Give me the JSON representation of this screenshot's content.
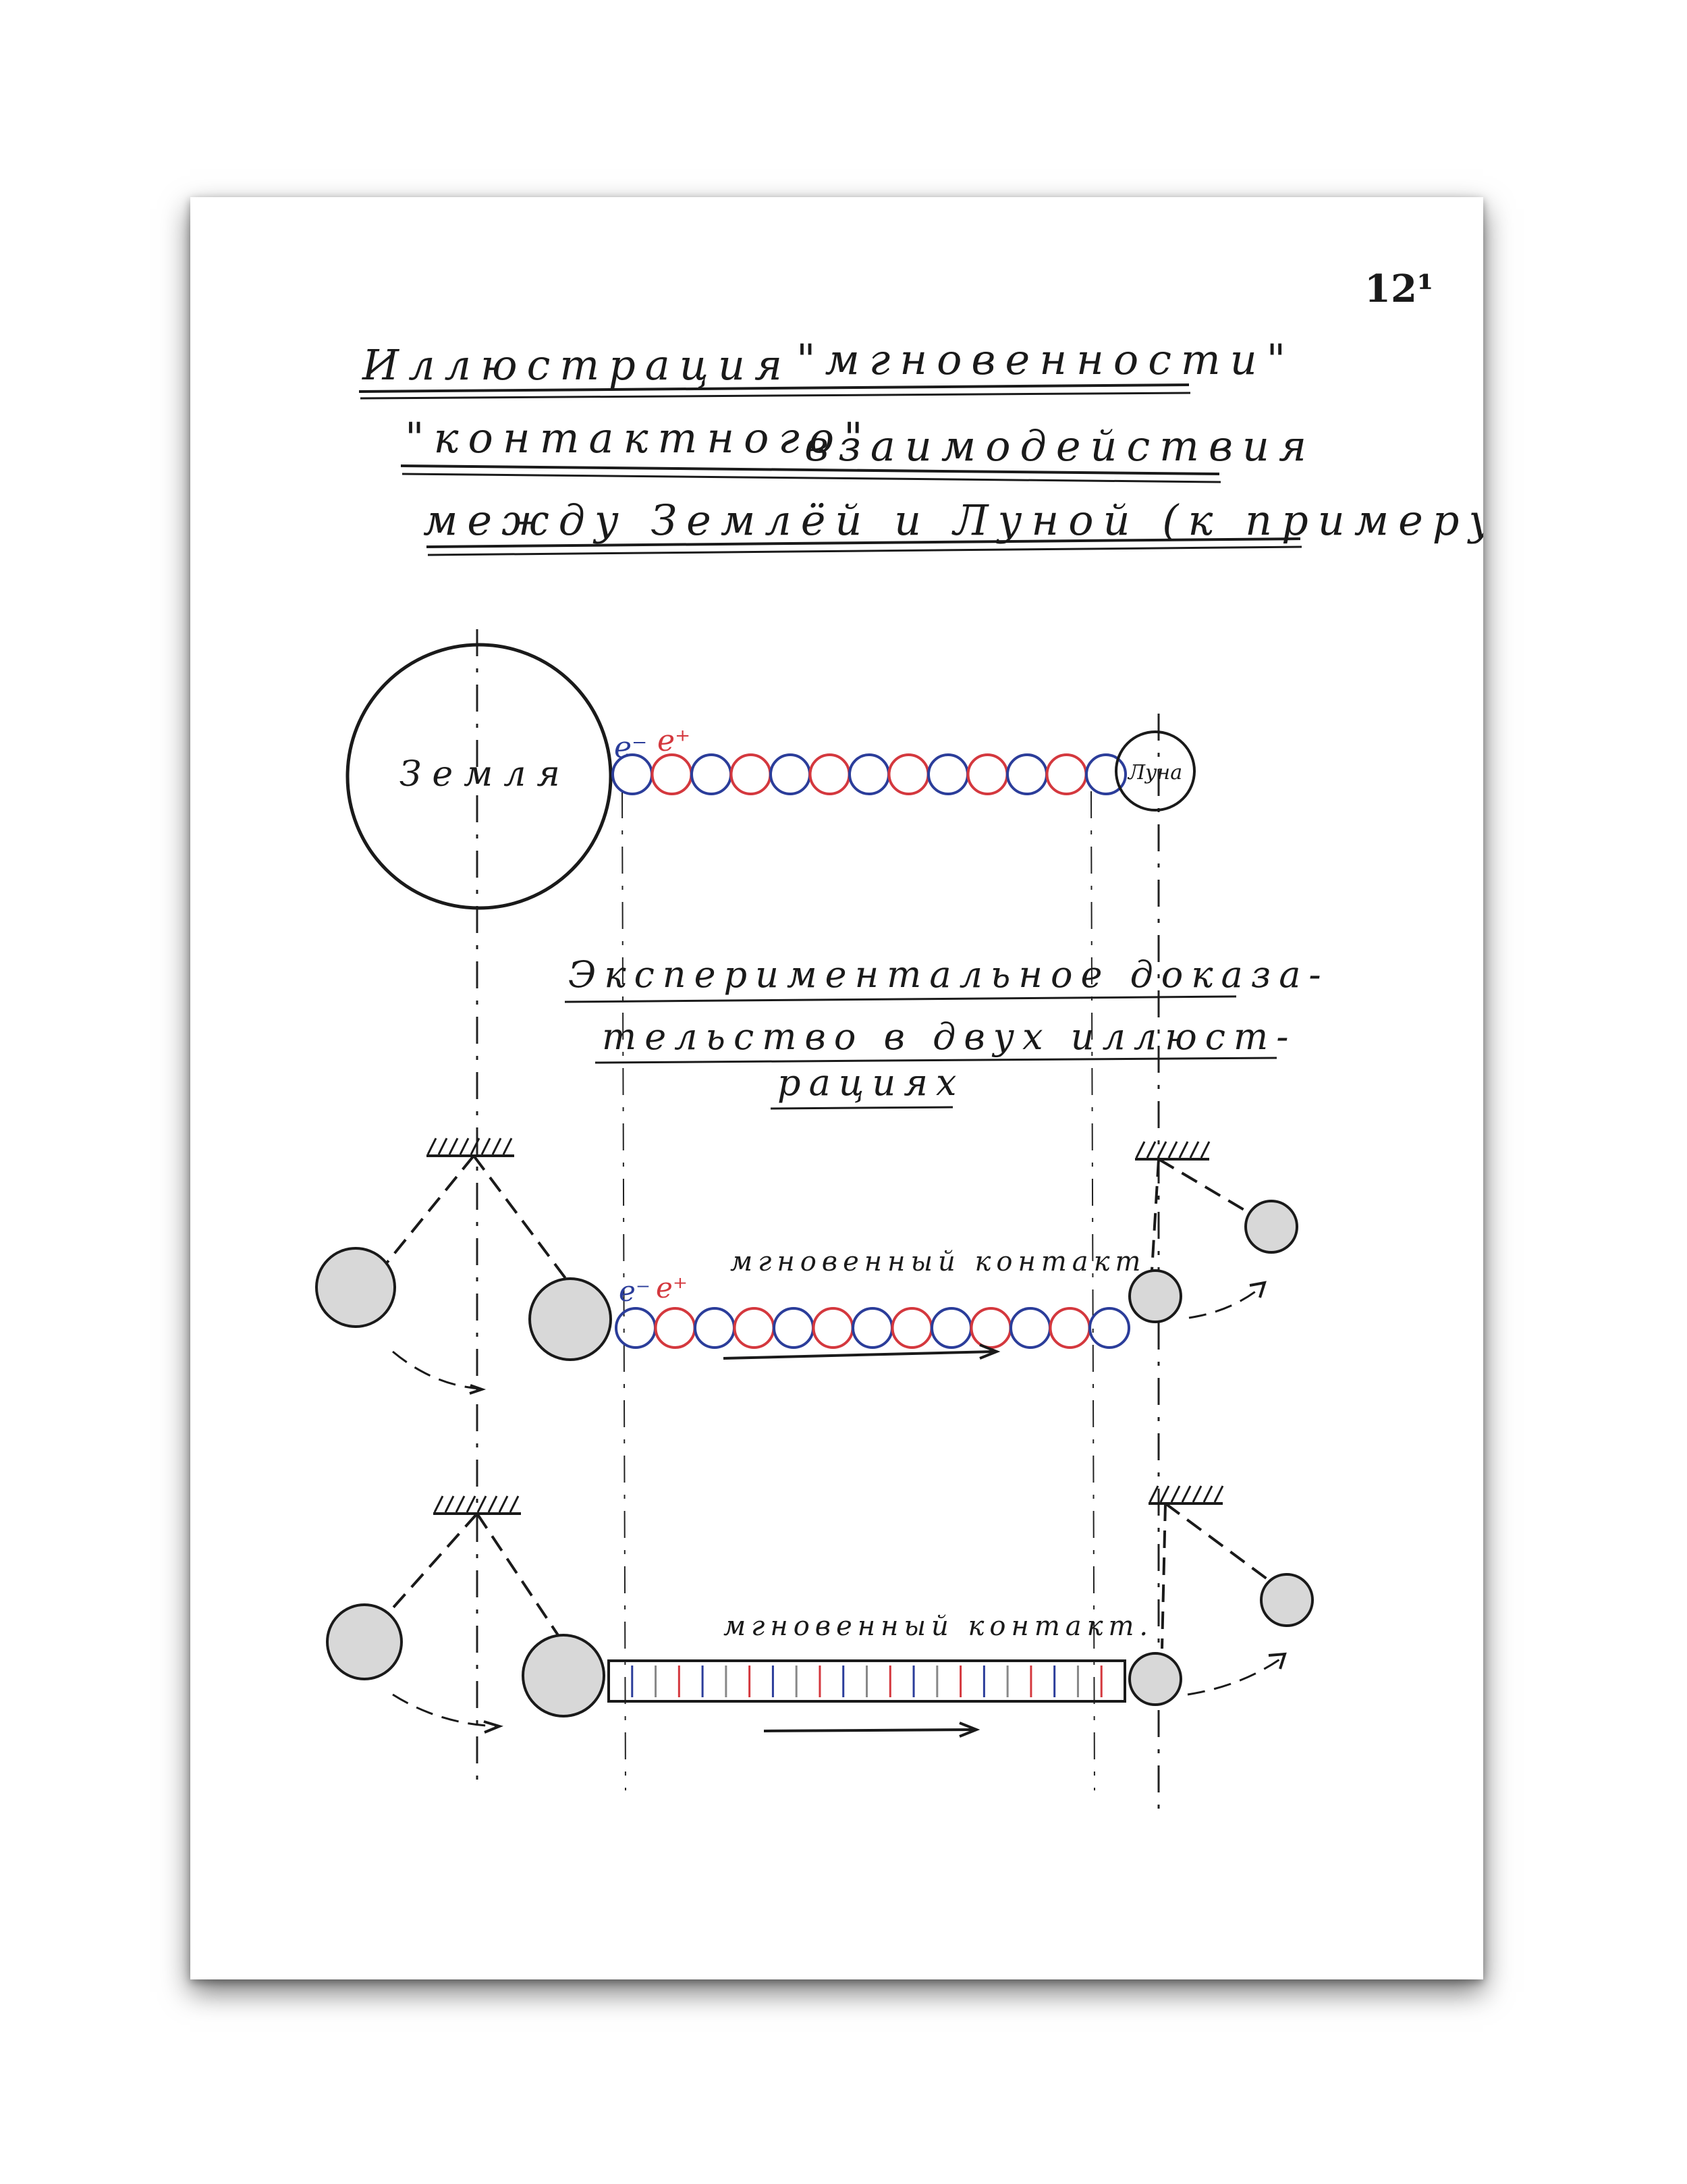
{
  "page_number": "12¹",
  "title": {
    "line1_a": "Иллюстрация",
    "line1_b": "\"мгновенности\"",
    "line2_a": "\"контактного\"",
    "line2_b": "взаимодействия",
    "line3": "между Землёй и Луной (к примеру)"
  },
  "labels": {
    "earth": "Земля",
    "moon": "Луна",
    "electron": "e⁻",
    "positron": "e⁺",
    "instant_contact_1": "мгновенный контакт",
    "instant_contact_2": "мгновенный контакт."
  },
  "subtitle": {
    "line1": "Экспериментальное доказа-",
    "line2": "тельство в двух иллюст-",
    "line3": "рациях"
  },
  "colors": {
    "ink": "#1a1a1a",
    "electron": "#2b3d9a",
    "positron": "#d4383e"
  }
}
